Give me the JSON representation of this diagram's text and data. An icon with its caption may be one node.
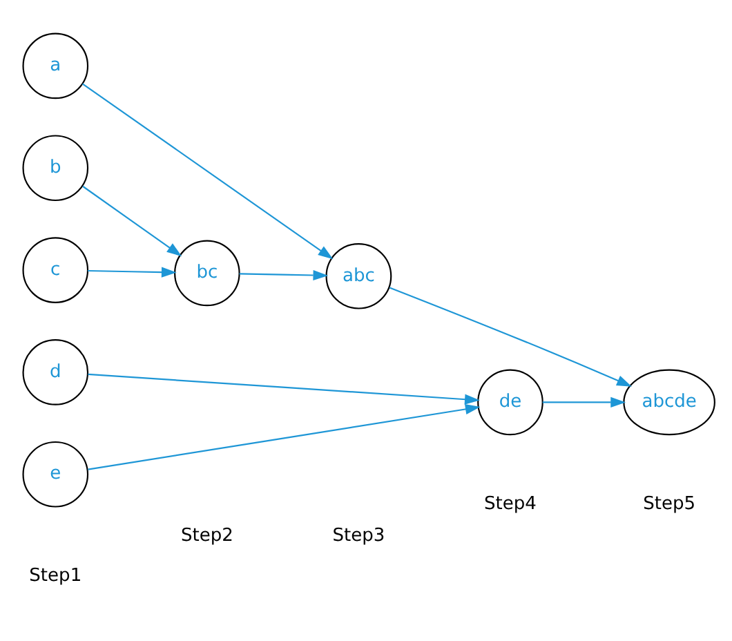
{
  "diagram": {
    "nodes": [
      {
        "text": [
          "a"
        ]
      },
      {
        "text": [
          "b"
        ]
      },
      {
        "text": [
          "c"
        ]
      },
      {
        "text": [
          "d"
        ]
      },
      {
        "text": [
          "e"
        ]
      },
      {
        "text": [
          "bc"
        ]
      },
      {
        "text": [
          "abc"
        ]
      },
      {
        "text": [
          "de"
        ]
      },
      {
        "text": [
          "abcde"
        ]
      }
    ],
    "edges": [
      {
        "from": 0,
        "to": 6,
        "arrow": "to"
      },
      {
        "from": 1,
        "to": 5,
        "arrow": "to"
      },
      {
        "from": 2,
        "to": 5,
        "arrow": "to"
      },
      {
        "from": 5,
        "to": 6,
        "arrow": "to"
      },
      {
        "from": 6,
        "to": 8,
        "arrow": "to"
      },
      {
        "from": 3,
        "to": 7,
        "arrow": "to"
      },
      {
        "from": 4,
        "to": 7,
        "arrow": "to"
      },
      {
        "from": 7,
        "to": 8,
        "arrow": "to"
      }
    ],
    "labels": [
      "Step1",
      "Step2",
      "Step3",
      "Step4",
      "Step5"
    ]
  }
}
